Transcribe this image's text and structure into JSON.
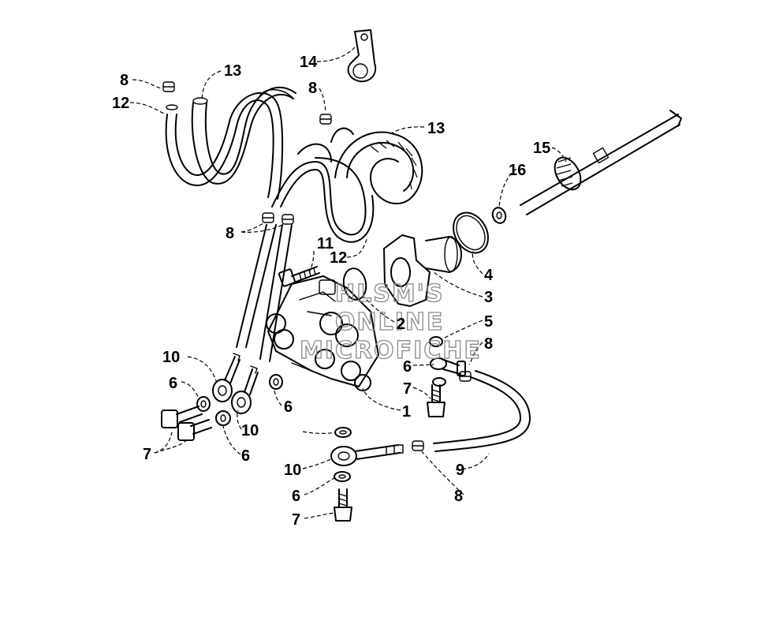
{
  "callouts": [
    {
      "id": "c1",
      "label": "1"
    },
    {
      "id": "c2",
      "label": "2"
    },
    {
      "id": "c3",
      "label": "3"
    },
    {
      "id": "c4",
      "label": "4"
    },
    {
      "id": "c5",
      "label": "5"
    },
    {
      "id": "c6a",
      "label": "6"
    },
    {
      "id": "c6b",
      "label": "6"
    },
    {
      "id": "c6c",
      "label": "6"
    },
    {
      "id": "c6d",
      "label": "6"
    },
    {
      "id": "c6e",
      "label": "6"
    },
    {
      "id": "c7a",
      "label": "7"
    },
    {
      "id": "c7b",
      "label": "7"
    },
    {
      "id": "c7c",
      "label": "7"
    },
    {
      "id": "c8a",
      "label": "8"
    },
    {
      "id": "c8b",
      "label": "8"
    },
    {
      "id": "c8c",
      "label": "8"
    },
    {
      "id": "c8d",
      "label": "8"
    },
    {
      "id": "c8e",
      "label": "8"
    },
    {
      "id": "c9",
      "label": "9"
    },
    {
      "id": "c10a",
      "label": "10"
    },
    {
      "id": "c10b",
      "label": "10"
    },
    {
      "id": "c10c",
      "label": "10"
    },
    {
      "id": "c11",
      "label": "11"
    },
    {
      "id": "c12a",
      "label": "12"
    },
    {
      "id": "c12b",
      "label": "12"
    },
    {
      "id": "c13a",
      "label": "13"
    },
    {
      "id": "c13b",
      "label": "13"
    },
    {
      "id": "c14",
      "label": "14"
    },
    {
      "id": "c15",
      "label": "15"
    },
    {
      "id": "c16",
      "label": "16"
    }
  ],
  "watermark": {
    "line1": "HLSM'S",
    "line2": "ONLINE",
    "line3": "MICROFICHE"
  }
}
